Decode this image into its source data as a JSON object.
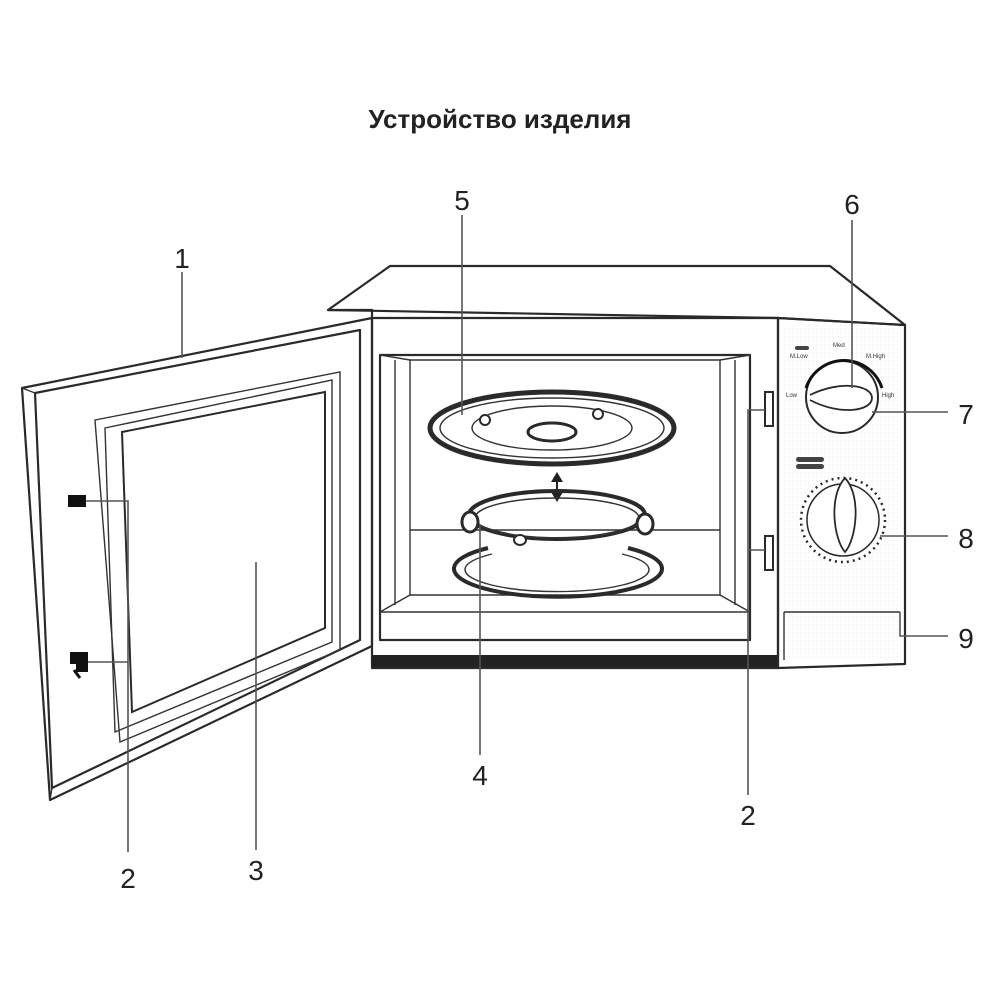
{
  "title": "Устройство изделия",
  "callouts": [
    {
      "id": "door",
      "number": "1"
    },
    {
      "id": "door-latch",
      "number": "2"
    },
    {
      "id": "door-window",
      "number": "3"
    },
    {
      "id": "roller-ring",
      "number": "4"
    },
    {
      "id": "glass-turntable",
      "number": "5"
    },
    {
      "id": "power-selector-area",
      "number": "6"
    },
    {
      "id": "power-knob",
      "number": "7"
    },
    {
      "id": "timer-knob",
      "number": "8"
    },
    {
      "id": "door-release",
      "number": "9"
    },
    {
      "id": "safety-interlock",
      "number": "2"
    }
  ],
  "power_dial": {
    "labels": [
      "M.Low",
      "Med",
      "M.High",
      "Low",
      "High"
    ]
  }
}
